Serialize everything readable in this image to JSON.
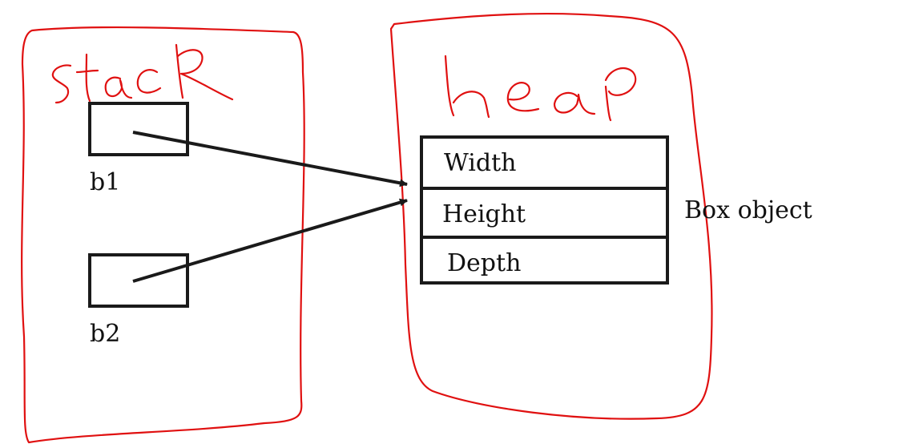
{
  "stack": {
    "label": "stack",
    "variables": [
      {
        "name": "b1"
      },
      {
        "name": "b2"
      }
    ]
  },
  "heap": {
    "label": "heap",
    "object": {
      "fields": [
        "Width",
        "Height",
        "Depth"
      ],
      "caption": "Box object"
    }
  },
  "colors": {
    "handwriting": "#e01010",
    "ink": "#1a1a1a"
  }
}
